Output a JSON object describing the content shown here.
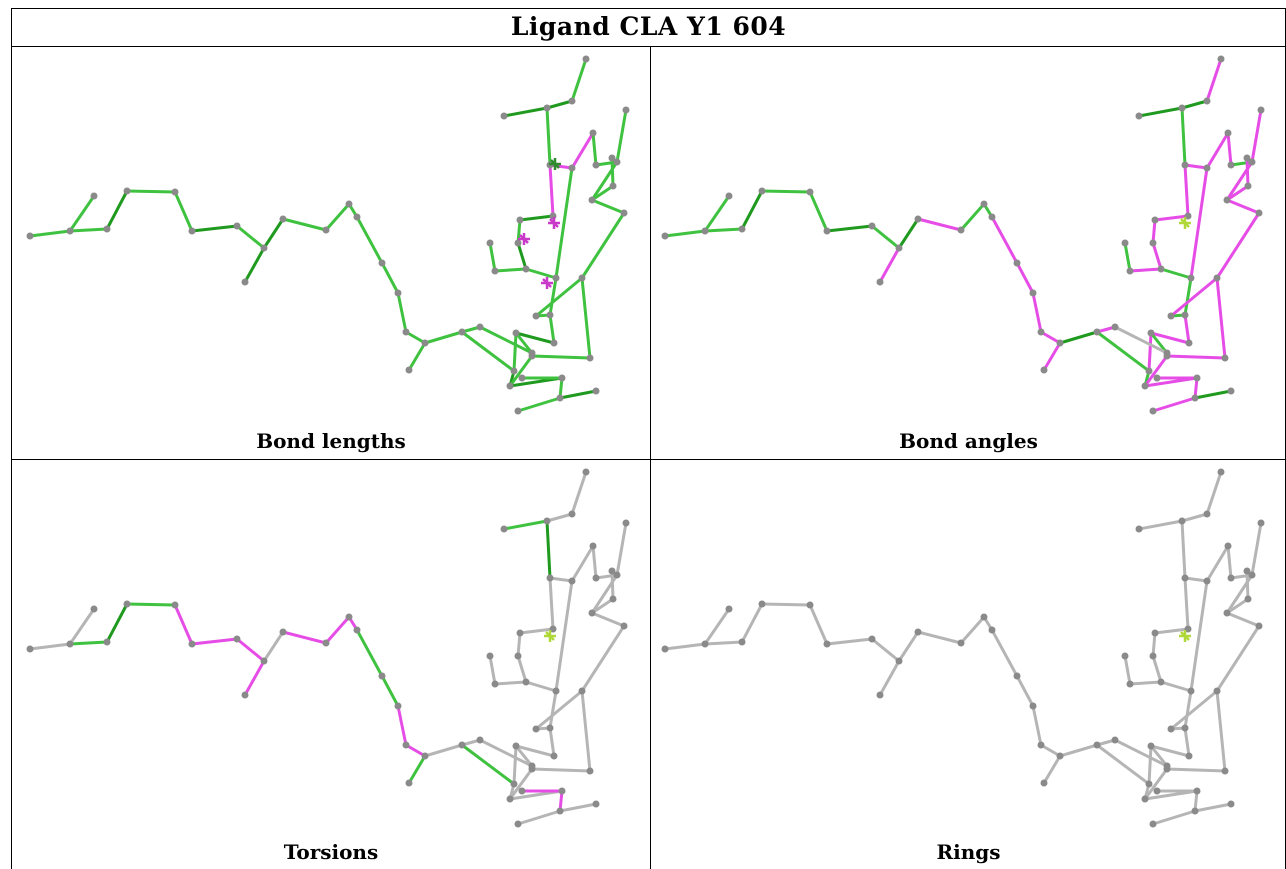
{
  "title": "Ligand CLA Y1 604",
  "panels": [
    {
      "id": "bond-lengths",
      "caption": "Bond lengths",
      "colors": {
        "good": "#3fc23f",
        "bad": "#e64de6",
        "neutral": "#b5b5b5"
      }
    },
    {
      "id": "bond-angles",
      "caption": "Bond angles",
      "colors": {
        "good": "#3fc23f",
        "bad": "#e64de6",
        "neutral": "#b5b5b5"
      }
    },
    {
      "id": "torsions",
      "caption": "Torsions",
      "colors": {
        "good": "#3fc23f",
        "bad": "#e64de6",
        "neutral": "#b5b5b5"
      }
    },
    {
      "id": "rings",
      "caption": "Rings",
      "colors": {
        "good": "#3fc23f",
        "bad": "#e64de6",
        "neutral": "#b5b5b5"
      }
    }
  ],
  "atom_color": "#8a8a8a",
  "mg_marker_color": "#b0d83a"
}
